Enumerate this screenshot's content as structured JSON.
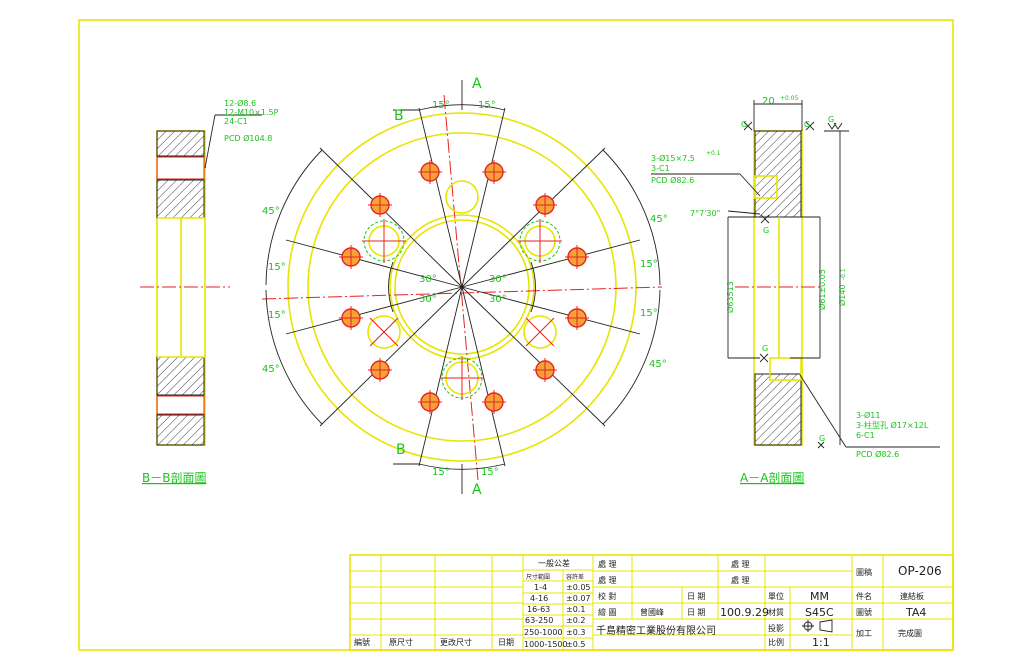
{
  "front_view": {
    "section_marks": {
      "a": "A",
      "b": "B"
    },
    "angles": [
      "15°",
      "45°",
      "30°"
    ]
  },
  "bb_view": {
    "title": "B－B剖面圖",
    "note_lines": [
      "12-Ø8.6",
      "12-M10×1.5P",
      "24-C1",
      "PCD Ø104.8"
    ]
  },
  "aa_view": {
    "title": "A－A剖面圖",
    "top_dim": "20",
    "top_tol": "+0.05",
    "hole_note": [
      "3-Ø15×7.5",
      "3-C1",
      "PCD Ø82.6"
    ],
    "hole_note_tol": "+0.1",
    "angle_note": "7°7'30\"",
    "dims": {
      "d63": "Ø63513",
      "d61": "Ø61±0.05",
      "d140": "Ø140"
    },
    "d140_tol": "-0.1",
    "bottom_note": [
      "3-Ø11",
      "3-柱型孔  Ø17×12L",
      "6-C1"
    ],
    "bottom_pcd": "PCD Ø82.6",
    "datum": "G"
  },
  "title_block": {
    "tolerance_header": "一般公差",
    "size_col": "尺寸範圍",
    "tol_col": "容許差",
    "tolerances": [
      {
        "range": "1-4",
        "tol": "±0.05"
      },
      {
        "range": "4-16",
        "tol": "±0.07"
      },
      {
        "range": "16-63",
        "tol": "±0.1"
      },
      {
        "range": "63-250",
        "tol": "±0.2"
      },
      {
        "range": "250-1000",
        "tol": "±0.3"
      },
      {
        "range": "1000-1500",
        "tol": "±0.5"
      }
    ],
    "proc": "處 理",
    "proc2": "處 理",
    "check": "校 對",
    "draw": "繪 圖",
    "drawer": "曾國峰",
    "date_label": "日 期",
    "date_label2": "日 期",
    "date_value": "100.9.29",
    "company": "千島精密工業股份有限公司",
    "unit_label": "單位",
    "unit_value": "MM",
    "material_label": "材質",
    "material_value": "S45C",
    "projection_label": "投影",
    "scale_label": "比例",
    "scale_value": "1:1",
    "drawing_no_label": "圖稿",
    "drawing_no_value": "OP-206",
    "part_label": "件名",
    "part_value": "連結板",
    "size_label": "圖號",
    "size_value": "TA4",
    "process_label": "加工",
    "process_value": "完成圖",
    "rev_cols": [
      "編號",
      "原尺寸",
      "更改尺寸",
      "日期"
    ]
  }
}
